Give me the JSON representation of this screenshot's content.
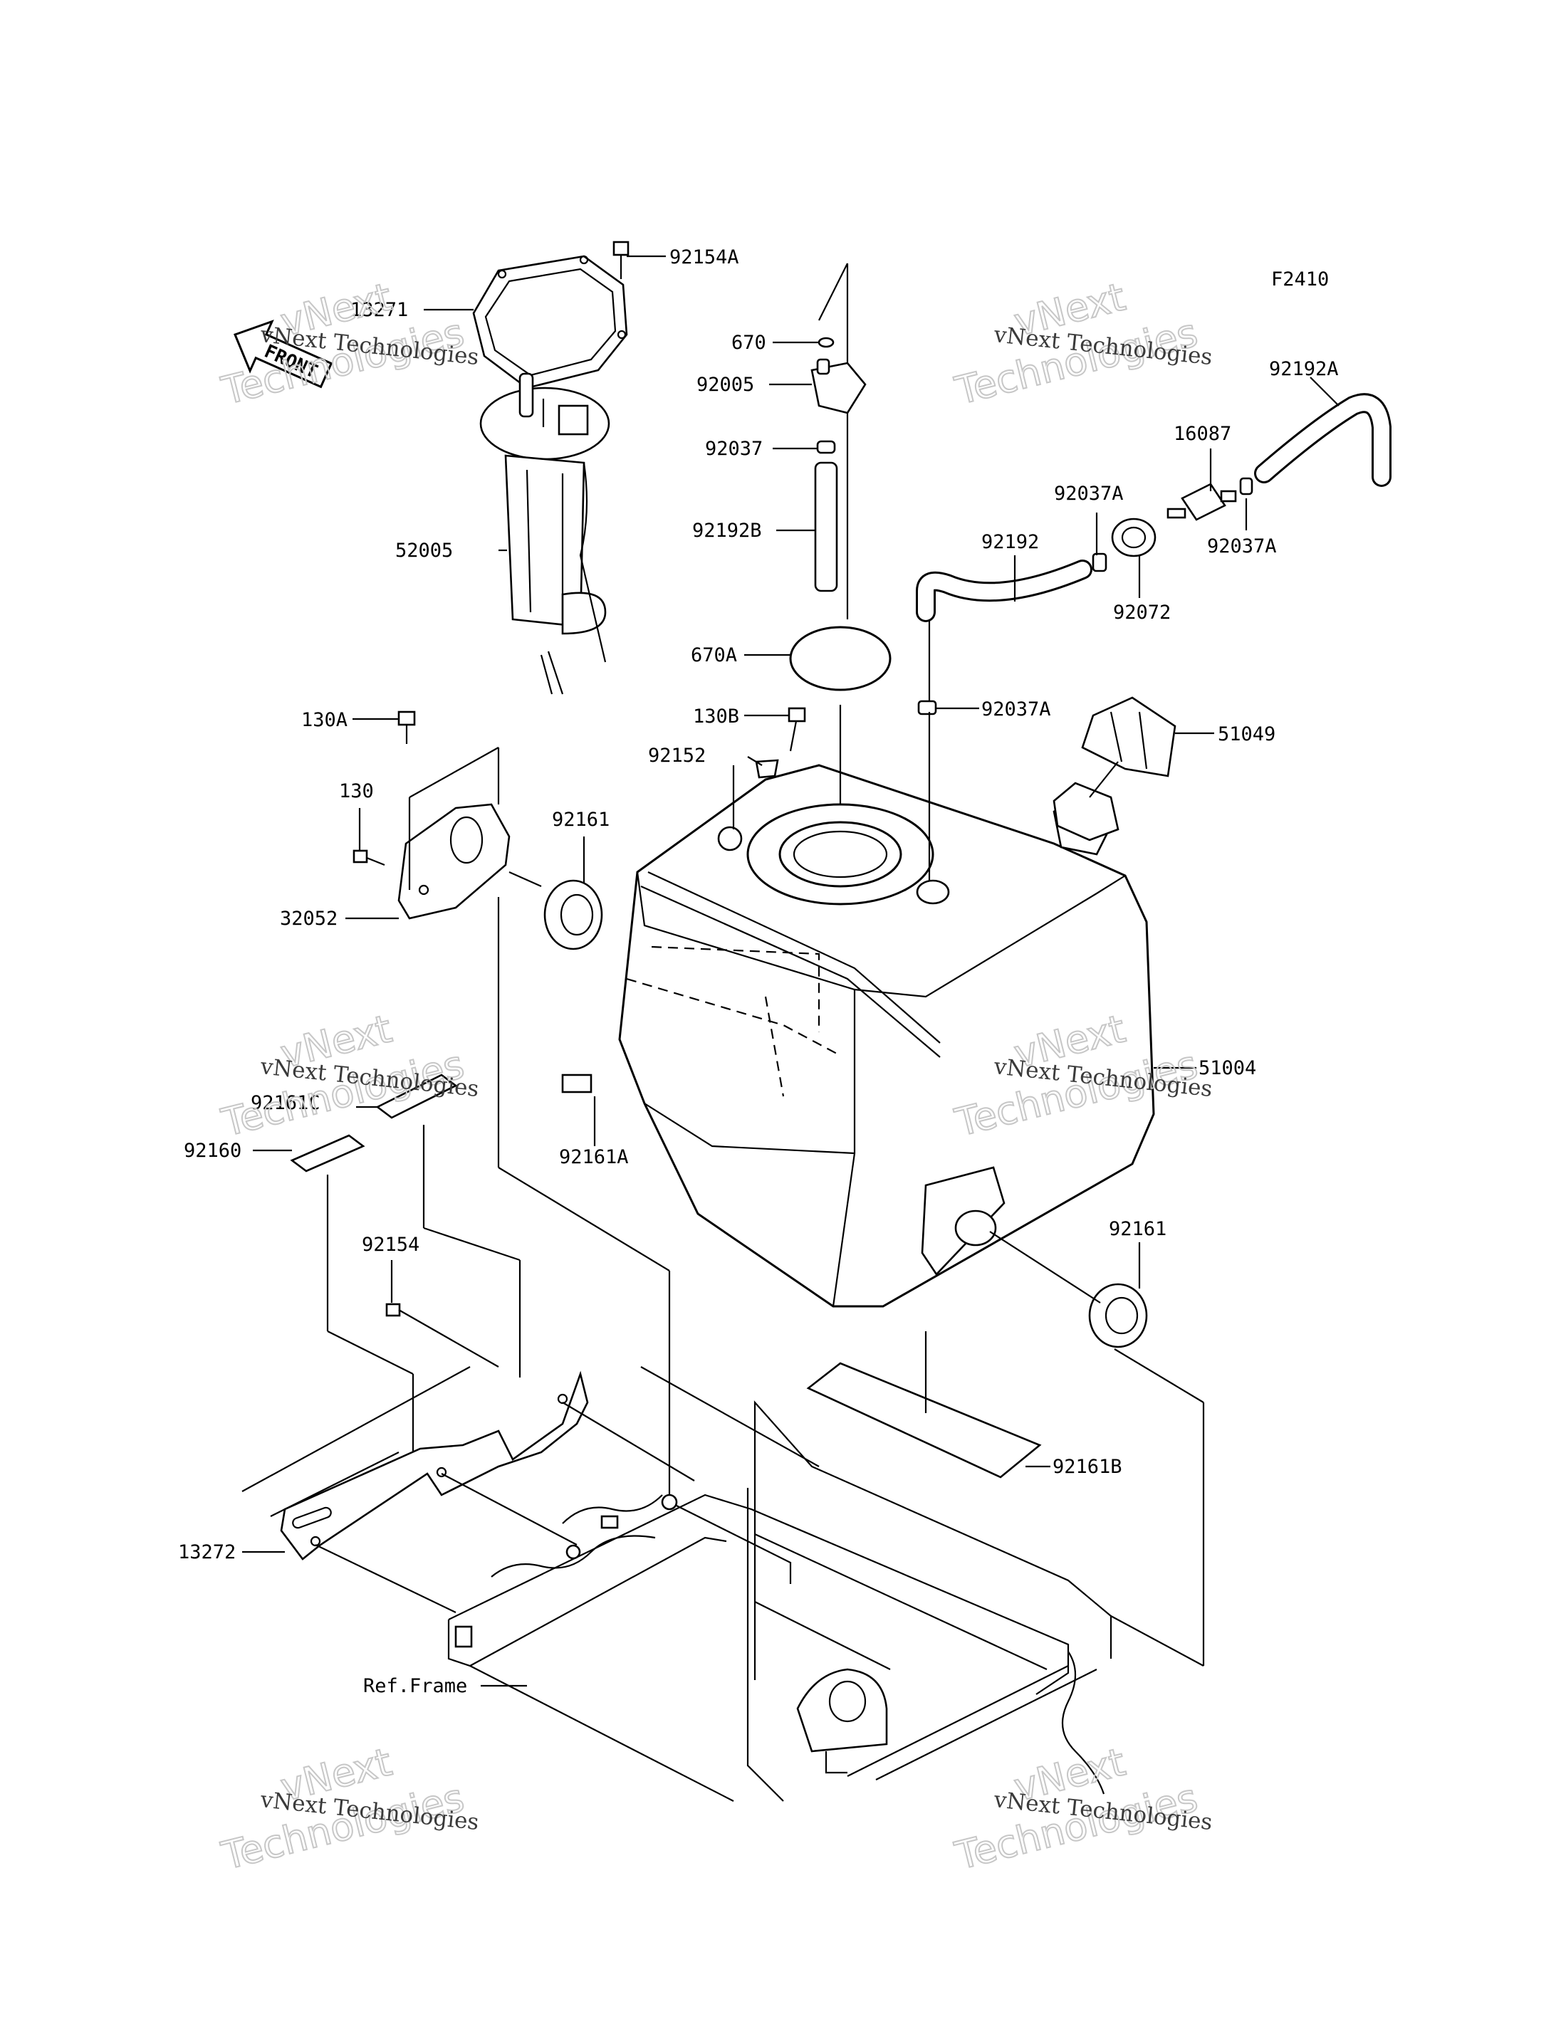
{
  "figure_code": "F2410",
  "front_label": "FRONT",
  "watermark": {
    "line1": "vNext Technologies",
    "line2": "vNext",
    "line3": "Technologies"
  },
  "parts": [
    {
      "id": "p-92154A",
      "label": "92154A"
    },
    {
      "id": "p-13271",
      "label": "13271"
    },
    {
      "id": "p-52005",
      "label": "52005"
    },
    {
      "id": "p-670",
      "label": "670"
    },
    {
      "id": "p-92005",
      "label": "92005"
    },
    {
      "id": "p-92037",
      "label": "92037"
    },
    {
      "id": "p-92192B",
      "label": "92192B"
    },
    {
      "id": "p-670A",
      "label": "670A"
    },
    {
      "id": "p-92192A",
      "label": "92192A"
    },
    {
      "id": "p-16087",
      "label": "16087"
    },
    {
      "id": "p-92037A-1",
      "label": "92037A"
    },
    {
      "id": "p-92037A-2",
      "label": "92037A"
    },
    {
      "id": "p-92192",
      "label": "92192"
    },
    {
      "id": "p-92072",
      "label": "92072"
    },
    {
      "id": "p-92037A-3",
      "label": "92037A"
    },
    {
      "id": "p-130A",
      "label": "130A"
    },
    {
      "id": "p-130B",
      "label": "130B"
    },
    {
      "id": "p-92152",
      "label": "92152"
    },
    {
      "id": "p-51049",
      "label": "51049"
    },
    {
      "id": "p-130",
      "label": "130"
    },
    {
      "id": "p-92161-1",
      "label": "92161"
    },
    {
      "id": "p-32052",
      "label": "32052"
    },
    {
      "id": "p-51004",
      "label": "51004"
    },
    {
      "id": "p-92161C",
      "label": "92161C"
    },
    {
      "id": "p-92160",
      "label": "92160"
    },
    {
      "id": "p-92161A",
      "label": "92161A"
    },
    {
      "id": "p-92161-2",
      "label": "92161"
    },
    {
      "id": "p-92154",
      "label": "92154"
    },
    {
      "id": "p-92161B",
      "label": "92161B"
    },
    {
      "id": "p-13272",
      "label": "13272"
    },
    {
      "id": "p-ref-frame",
      "label": "Ref.Frame"
    }
  ]
}
